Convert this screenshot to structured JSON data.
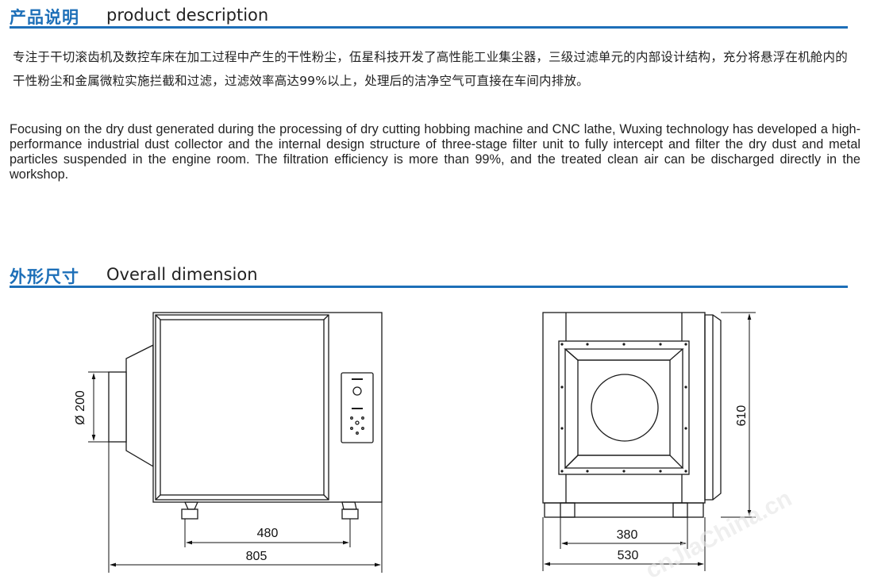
{
  "section1": {
    "title_cn": "产品说明",
    "title_en": "product description"
  },
  "description": {
    "cn": "专注于干切滚齿机及数控车床在加工过程中产生的干性粉尘，伍星科技开发了高性能工业集尘器，三级过滤单元的内部设计结构，充分将悬浮在机舱内的干性粉尘和金属微粒实施拦截和过滤，过滤效率高达99%以上，处理后的洁净空气可直接在车间内排放。",
    "en": "Focusing on the dry dust generated during the processing of dry cutting hobbing machine and CNC lathe,  Wuxing technology has developed a high-performance industrial dust collector and the internal design structure of three-stage filter unit to fully intercept and filter the dry dust and metal particles suspended in the engine room. The filtration efficiency is more than 99%, and the treated clean air can be discharged directly in the workshop."
  },
  "section2": {
    "title_cn": "外形尺寸",
    "title_en": "Overall dimension"
  },
  "dimensions": {
    "front": {
      "diameter": "Ø 200",
      "feet_spacing": "480",
      "overall_width": "805"
    },
    "side": {
      "height": "610",
      "base_width": "380",
      "overall_depth": "530"
    }
  },
  "watermark": "cnJiaChina.cn",
  "colors": {
    "accent": "#1d6fb8",
    "line": "#1a1a1a"
  }
}
